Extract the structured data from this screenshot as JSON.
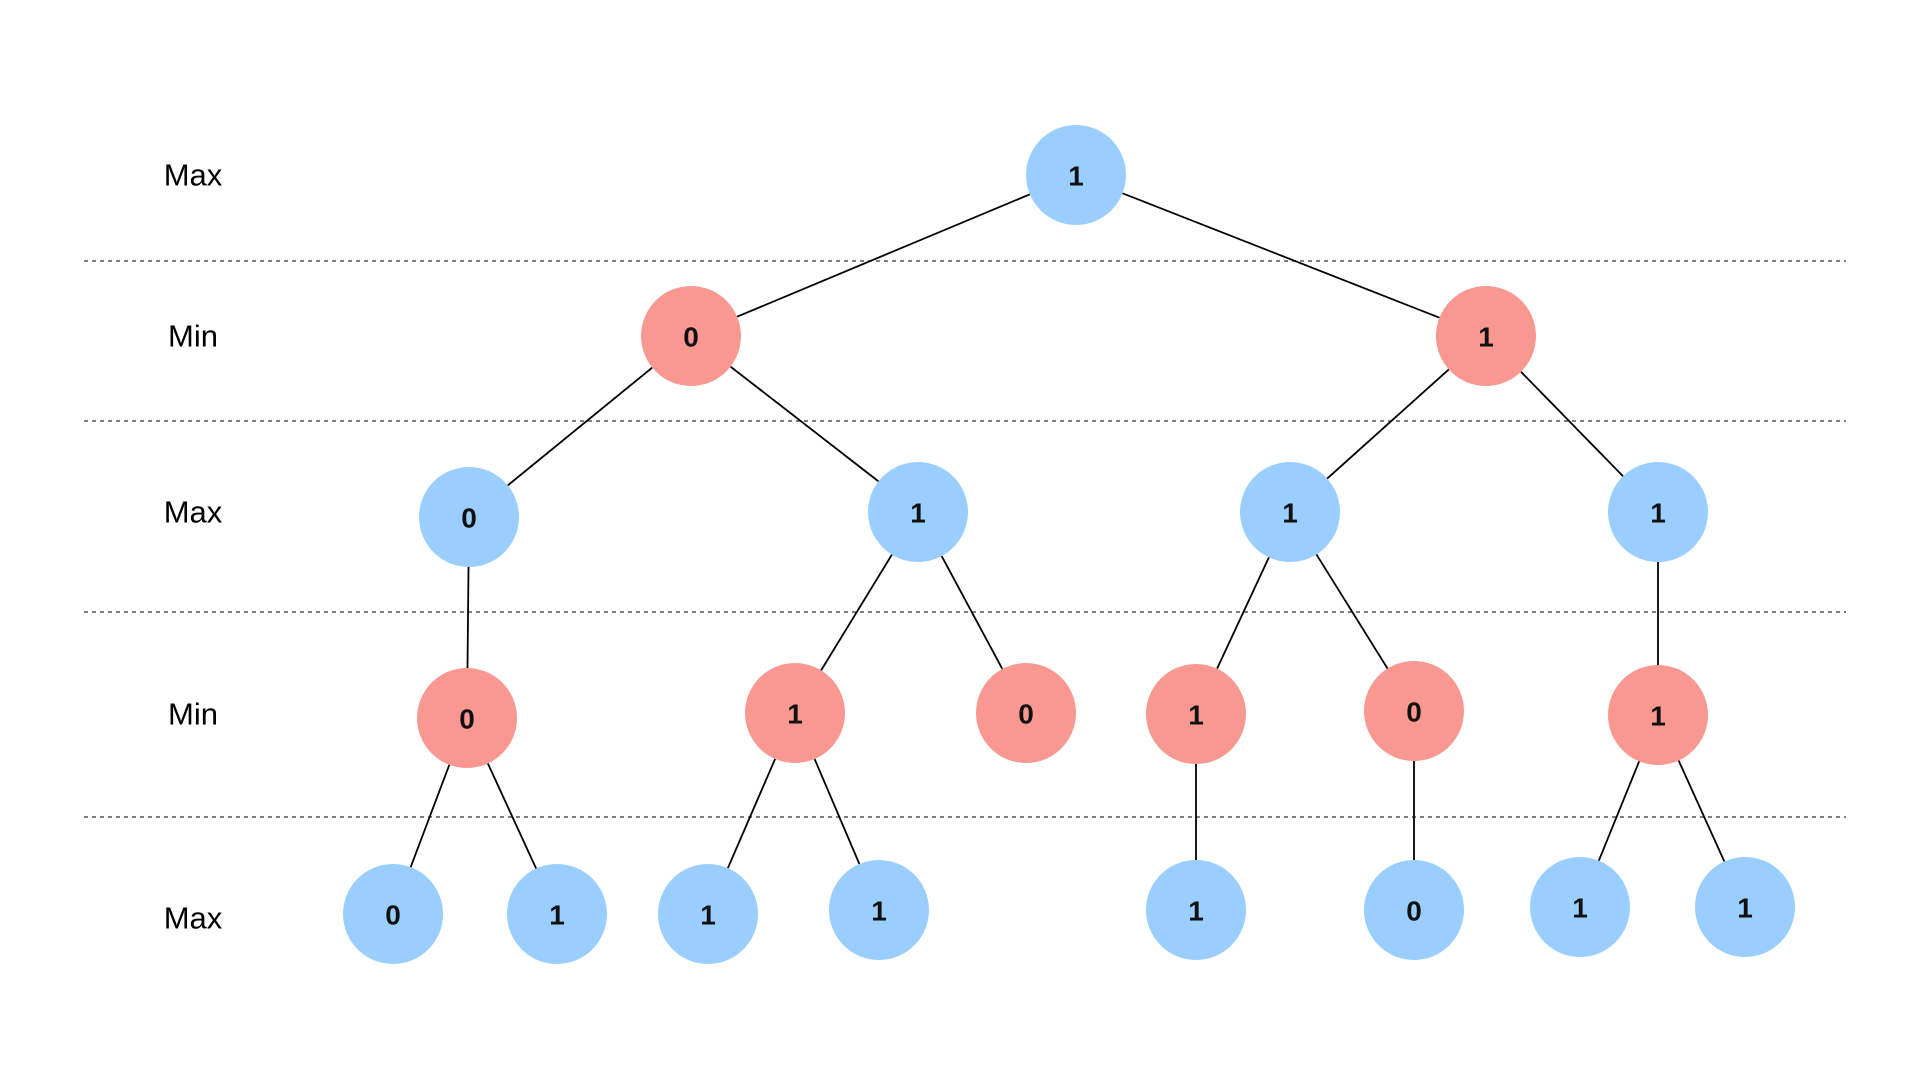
{
  "colors": {
    "max_node": "#99ceff",
    "min_node": "#f99890"
  },
  "levels": [
    "Max",
    "Min",
    "Max",
    "Min",
    "Max"
  ],
  "nodes": [
    {
      "id": "root",
      "type": "max",
      "value": "1"
    },
    {
      "id": "a",
      "type": "min",
      "value": "0",
      "parent": "root"
    },
    {
      "id": "b",
      "type": "min",
      "value": "1",
      "parent": "root"
    },
    {
      "id": "a1",
      "type": "max",
      "value": "0",
      "parent": "a"
    },
    {
      "id": "a2",
      "type": "max",
      "value": "1",
      "parent": "a"
    },
    {
      "id": "b1",
      "type": "max",
      "value": "1",
      "parent": "b"
    },
    {
      "id": "b2",
      "type": "max",
      "value": "1",
      "parent": "b"
    },
    {
      "id": "c1",
      "type": "min",
      "value": "0",
      "parent": "a1"
    },
    {
      "id": "c2",
      "type": "min",
      "value": "1",
      "parent": "a2"
    },
    {
      "id": "c3",
      "type": "min",
      "value": "0",
      "parent": "a2"
    },
    {
      "id": "c4",
      "type": "min",
      "value": "1",
      "parent": "b1"
    },
    {
      "id": "c5",
      "type": "min",
      "value": "0",
      "parent": "b1"
    },
    {
      "id": "c6",
      "type": "min",
      "value": "1",
      "parent": "b2"
    },
    {
      "id": "d1",
      "type": "max",
      "value": "0",
      "parent": "c1"
    },
    {
      "id": "d2",
      "type": "max",
      "value": "1",
      "parent": "c1"
    },
    {
      "id": "d3",
      "type": "max",
      "value": "1",
      "parent": "c2"
    },
    {
      "id": "d4",
      "type": "max",
      "value": "1",
      "parent": "c2"
    },
    {
      "id": "d5",
      "type": "max",
      "value": "1",
      "parent": "c4"
    },
    {
      "id": "d6",
      "type": "max",
      "value": "0",
      "parent": "c5"
    },
    {
      "id": "d7",
      "type": "max",
      "value": "1",
      "parent": "c6"
    },
    {
      "id": "d8",
      "type": "max",
      "value": "1",
      "parent": "c6"
    }
  ]
}
